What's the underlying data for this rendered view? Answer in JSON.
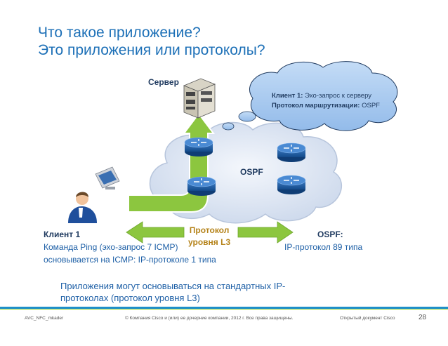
{
  "title": {
    "line1": "Что такое приложение?",
    "line2": "Это приложения или протоколы?"
  },
  "diagram": {
    "server_label": "Сервер",
    "callout": {
      "line1_bold": "Клиент 1:",
      "line1_text": "Эхо-запрос к серверу",
      "line2_bold": "Протокол маршрутизации:",
      "line2_text": "OSPF"
    },
    "cloud_label": "OSPF"
  },
  "client": {
    "heading": "Клиент 1",
    "line1": "Команда Ping (эхо-запрос 7 ICMP)",
    "line2": "основывается на ICMP: IP-протоколе 1 типа"
  },
  "protocol": {
    "line1": "Протокол",
    "line2": "уровня L3"
  },
  "ospf": {
    "heading": "OSPF:",
    "line1": "IP-протокол 89 типа"
  },
  "bottom": {
    "line1": "Приложения могут основываться на стандартных IP-",
    "line2": "протоколах (протокол уровня L3)"
  },
  "footer": {
    "left": "AVC_NFC_mkader",
    "center": "© Компания Cisco и (или) ее дочерние компании, 2012 г. Все права защищены.",
    "right": "Открытый документ Cisco",
    "page": "28"
  },
  "colors": {
    "title": "#1d70b7",
    "arrow_green": "#8cc63f",
    "cloud": "#dde6f3",
    "callout": "#a7c9f0",
    "text_blue": "#1d5fa6",
    "accent_gold": "#b5831a",
    "footer_bar": "#1e8fc9"
  }
}
